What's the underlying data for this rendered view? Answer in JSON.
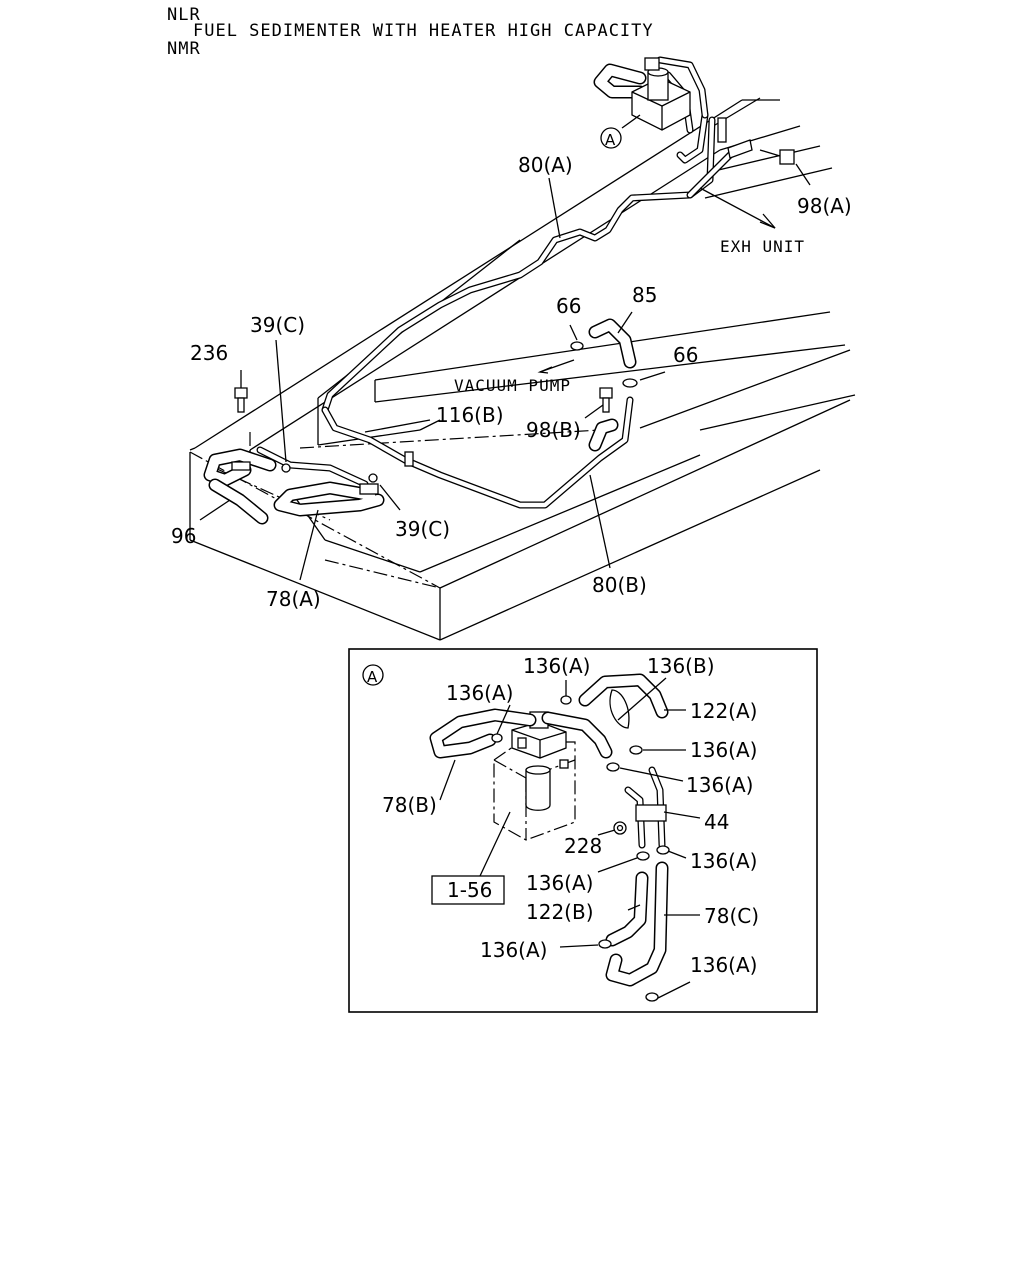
{
  "header": {
    "line1": "NLR",
    "line2": "FUEL SEDIMENTER WITH HEATER HIGH CAPACITY",
    "line3": "NMR"
  },
  "main": {
    "callout_ref": "A",
    "notes": {
      "exh_unit": "EXH UNIT",
      "vacuum_pump": "VACUUM PUMP"
    },
    "labels": {
      "p80a": "80(A)",
      "p98a": "98(A)",
      "p66_top": "66",
      "p85": "85",
      "p66_right": "66",
      "p39c_top": "39(C)",
      "p236": "236",
      "p116b": "116(B)",
      "p98b": "98(B)",
      "p39c_bottom": "39(C)",
      "p96": "96",
      "p78a": "78(A)",
      "p80b": "80(B)"
    }
  },
  "detail": {
    "callout_ref": "A",
    "ref_box": "1-56",
    "labels": {
      "p136a_top": "136(A)",
      "p136b": "136(B)",
      "p136a_left": "136(A)",
      "p122a": "122(A)",
      "p136a_r1": "136(A)",
      "p136a_r2": "136(A)",
      "p78b": "78(B)",
      "p44": "44",
      "p228": "228",
      "p136a_r3": "136(A)",
      "p136a_mid": "136(A)",
      "p122b": "122(B)",
      "p78c": "78(C)",
      "p136a_bl": "136(A)",
      "p136a_br": "136(A)"
    }
  }
}
